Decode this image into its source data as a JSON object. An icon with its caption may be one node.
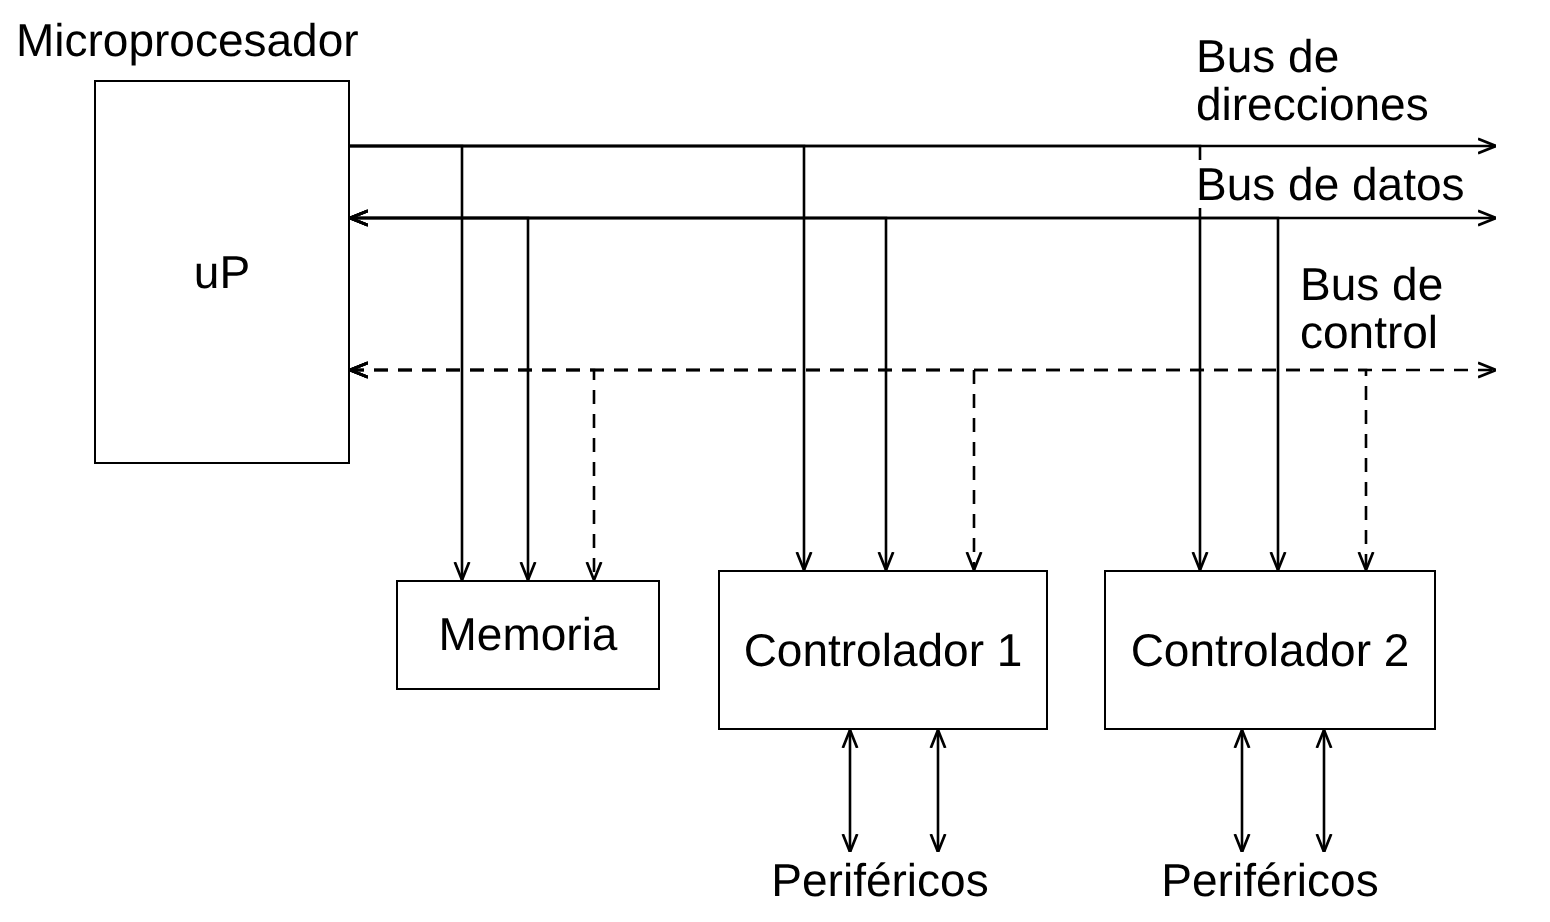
{
  "diagram": {
    "nodes": [
      {
        "text": [
          "Microprocesador",
          "uP"
        ]
      },
      {
        "text": [
          "Memoria"
        ]
      },
      {
        "text": [
          "Controlador 1"
        ]
      },
      {
        "text": [
          "Controlador 2"
        ]
      },
      {
        "text": [
          "Periféricos"
        ]
      },
      {
        "text": [
          "Periféricos"
        ]
      }
    ],
    "edges": [
      {
        "from": 0,
        "to": null,
        "arrow": "to",
        "label": "Bus de direcciones"
      },
      {
        "from": 0,
        "to": 1,
        "arrow": "to"
      },
      {
        "from": 0,
        "to": 2,
        "arrow": "to"
      },
      {
        "from": 0,
        "to": 3,
        "arrow": "to"
      },
      {
        "from": 0,
        "to": null,
        "arrow": "both",
        "label": "Bus de datos"
      },
      {
        "from": 0,
        "to": 1,
        "arrow": "both"
      },
      {
        "from": 0,
        "to": 2,
        "arrow": "both"
      },
      {
        "from": 0,
        "to": 3,
        "arrow": "both"
      },
      {
        "from": 0,
        "to": null,
        "arrow": "both",
        "style": "dashed",
        "label": "Bus de control"
      },
      {
        "from": 0,
        "to": 1,
        "arrow": "both",
        "style": "dashed"
      },
      {
        "from": 0,
        "to": 2,
        "arrow": "both",
        "style": "dashed"
      },
      {
        "from": 0,
        "to": 3,
        "arrow": "both",
        "style": "dashed"
      },
      {
        "from": 2,
        "to": 4,
        "arrow": "both"
      },
      {
        "from": 2,
        "to": 4,
        "arrow": "both"
      },
      {
        "from": 3,
        "to": 5,
        "arrow": "both"
      },
      {
        "from": 3,
        "to": 5,
        "arrow": "both"
      }
    ]
  }
}
